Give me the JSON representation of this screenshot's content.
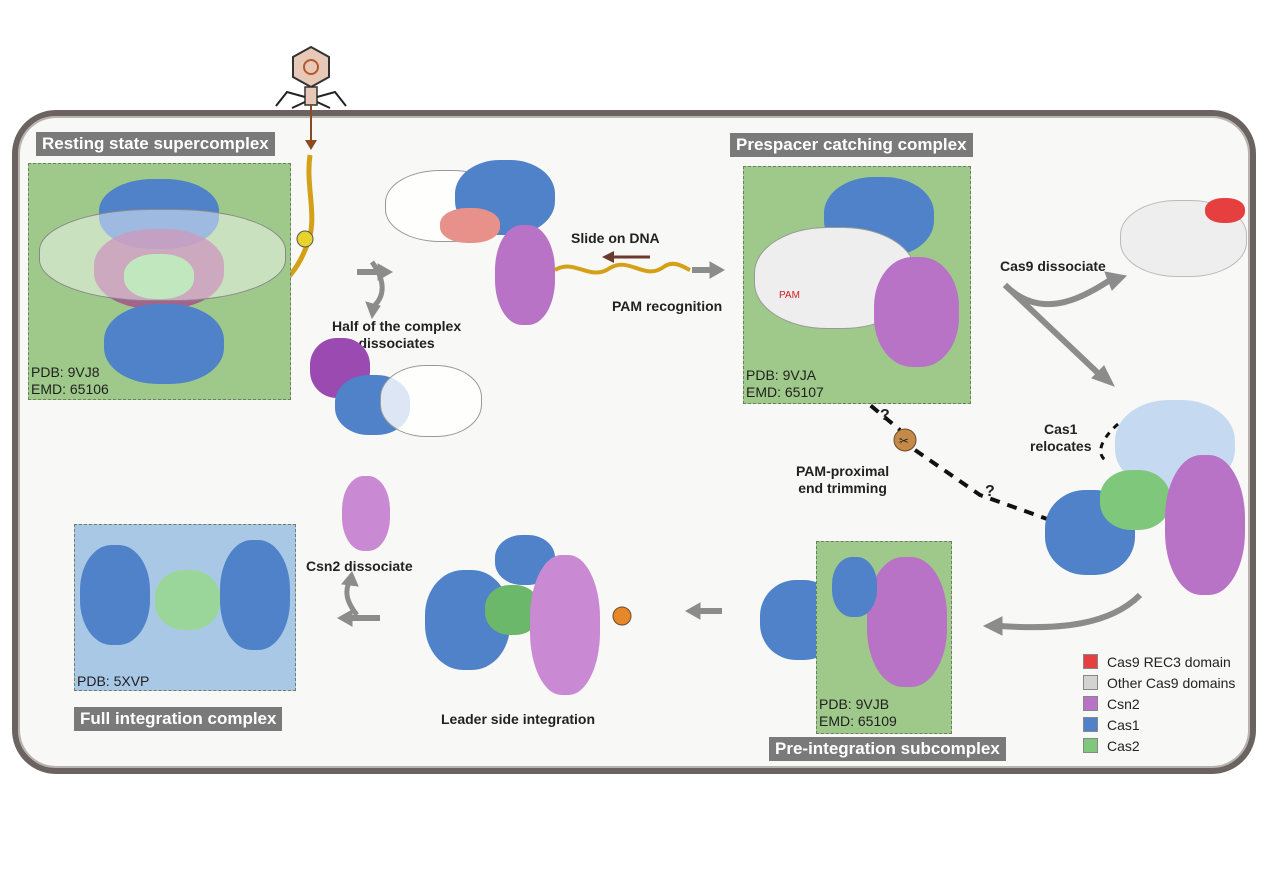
{
  "titles": {
    "resting": "Resting state supercomplex",
    "prespacer": "Prespacer catching complex",
    "full": "Full integration complex",
    "preintegration": "Pre-integration subcomplex"
  },
  "ids": {
    "resting_pdb": "PDB: 9VJ8",
    "resting_emd": "EMD: 65106",
    "prespacer_pdb": "PDB: 9VJA",
    "prespacer_emd": "EMD: 65107",
    "full_pdb": "PDB: 5XVP",
    "pre_pdb": "PDB: 9VJB",
    "pre_emd": "EMD: 65109"
  },
  "labels": {
    "slide": "Slide on DNA",
    "pam_recognition": "PAM recognition",
    "half_dissociates_1": "Half of the complex",
    "half_dissociates_2": "dissociates",
    "cas9_dissociate": "Cas9 dissociate",
    "cas1_relocates_1": "Cas1",
    "cas1_relocates_2": "relocates",
    "trimming_1": "PAM-proximal",
    "trimming_2": "end trimming",
    "csn2_dissociate": "Csn2 dissociate",
    "leader_side": "Leader side integration",
    "pam": "PAM",
    "question": "?"
  },
  "legend": [
    {
      "label": "Cas9 REC3 domain",
      "color": "#e5403f"
    },
    {
      "label": "Other Cas9 domains",
      "color": "#d3d3d3"
    },
    {
      "label": "Csn2",
      "color": "#b872c6"
    },
    {
      "label": "Cas1",
      "color": "#4f82c8"
    },
    {
      "label": "Cas2",
      "color": "#7fc77a"
    }
  ]
}
